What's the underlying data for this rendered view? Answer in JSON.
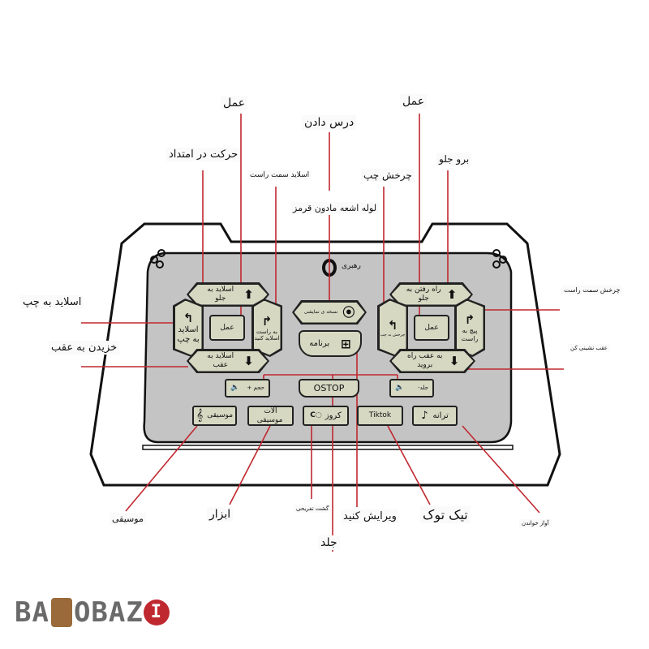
{
  "controller": {
    "knob_label": "رهبری",
    "left_pad": {
      "up": "اسلاید به جلو",
      "left": "اسلاید به چپ",
      "action": "عمل",
      "right": "به راست اسلاید کنید",
      "down": "اسلاید به عقب"
    },
    "center": {
      "film": "نسخه ی نمایشی",
      "program": "برنامه",
      "stop": "OSTOP"
    },
    "right_pad": {
      "up": "راه رفتن به جلو",
      "left": "چرخش به چپ",
      "action": "عمل",
      "right": "پیچ به راست",
      "down": "به عقب راه بروید"
    },
    "volume_up": "حجم +",
    "volume_down": "جلد-",
    "bottom_row": [
      "موسیقی",
      "آلات موسیقی",
      "کروز",
      "Tiktok",
      "ترانه"
    ]
  },
  "callouts": {
    "top_action_left": "عمل",
    "top_action_right": "عمل",
    "teach": "درس دادن",
    "move_along": "حرکت در امتداد",
    "slide_right": "اسلاید سمت راست",
    "infrared": "لوله اشعه مادون قرمز",
    "turn_left": "چرخش چپ",
    "go_forward": "برو جلو",
    "slide_left": "اسلاید به چپ",
    "crawl_back": "خزیدن به عقب",
    "turn_right": "چرخش سمت راست",
    "retreat": "عقب نشینی کن",
    "music": "موسیقی",
    "tools": "ابزار",
    "patrol": "گشت تفریحی",
    "edit": "ویرایش کنید",
    "volume": "جلد",
    "tiktok": "تیک توک",
    "singing": "آواز خواندن"
  },
  "logo": {
    "text": "BABOBAZI"
  },
  "colors": {
    "line": "#c0282f",
    "panel": "#c4c4c4",
    "button": "#d6d8c2"
  }
}
